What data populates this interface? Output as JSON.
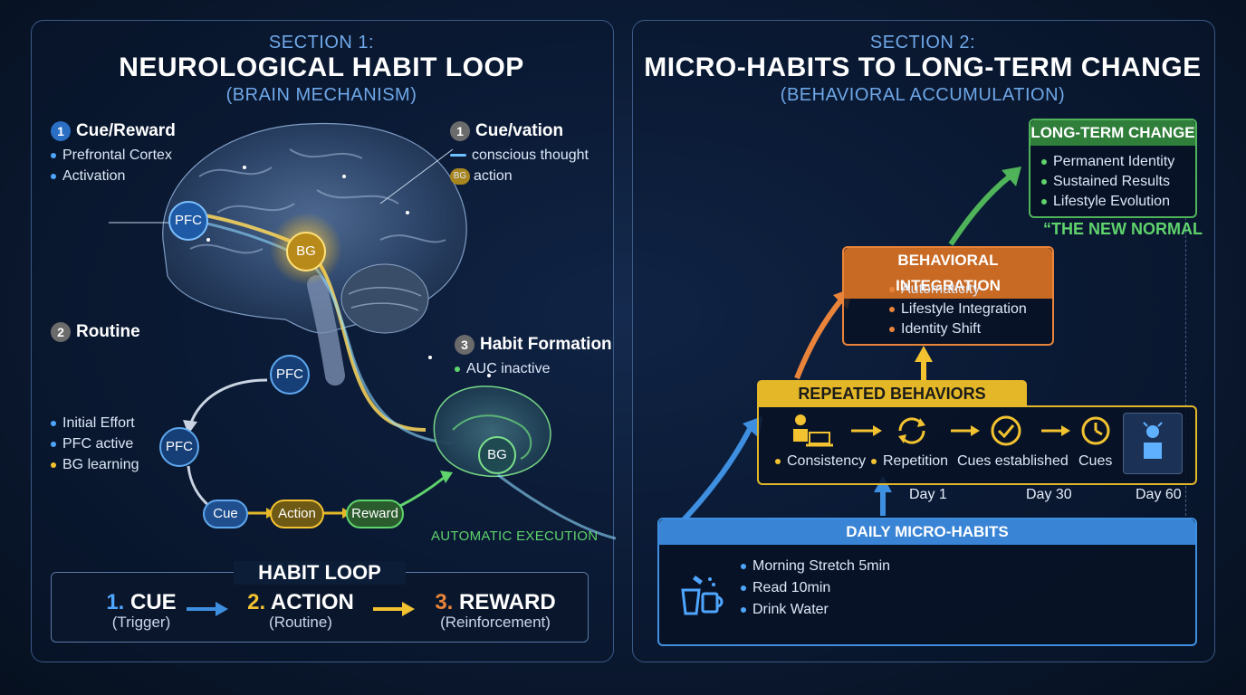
{
  "section1": {
    "label": "SECTION 1:",
    "title": "NEUROLOGICAL HABIT LOOP",
    "subtitle": "(BRAIN MECHANISM)",
    "cue_reward": {
      "num": "1",
      "title": "Cue/Reward",
      "items": [
        "Prefrontal Cortex",
        "Activation"
      ]
    },
    "cue_activation": {
      "num": "1",
      "title": "Cue/vation",
      "items": [
        "conscious thought",
        "action"
      ],
      "bg_badge": "BG"
    },
    "routine": {
      "num": "2",
      "title": "Routine",
      "items": [
        "Initial Effort",
        "PFC active",
        "BG learning"
      ]
    },
    "habit_formation": {
      "num": "3",
      "title": "Habit Formation",
      "items": [
        "AUC inactive"
      ]
    },
    "brain_nodes": {
      "pfc_top": "PFC",
      "bg_top": "BG",
      "pfc_loop_top": "PFC",
      "pfc_loop_mid": "PFC",
      "bg_small": "BG"
    },
    "loop_pills": {
      "cue": "Cue",
      "action": "Action",
      "reward": "Reward"
    },
    "automatic": "AUTOMATIC EXECUTION",
    "habit_loop": {
      "title": "HABIT LOOP",
      "steps": [
        {
          "num": "1.",
          "name": "CUE",
          "desc": "(Trigger)"
        },
        {
          "num": "2.",
          "name": "ACTION",
          "desc": "(Routine)"
        },
        {
          "num": "3.",
          "name": "REWARD",
          "desc": "(Reinforcement)"
        }
      ]
    }
  },
  "section2": {
    "label": "SECTION 2:",
    "title": "MICRO-HABITS TO LONG-TERM CHANGE",
    "subtitle": "(BEHAVIORAL ACCUMULATION)",
    "long_term": {
      "title": "LONG-TERM CHANGE",
      "items": [
        "Permanent Identity",
        "Sustained Results",
        "Lifestyle Evolution"
      ],
      "quote": "“THE NEW NORMAL"
    },
    "integration": {
      "title": "BEHAVIORAL INTEGRATION",
      "items": [
        "Automaticity",
        "Lifestyle Integration",
        "Identity Shift"
      ]
    },
    "repeated": {
      "title": "REPEATED BEHAVIORS",
      "items": [
        "Consistency",
        "Repetition",
        "Cues established",
        "Cues"
      ]
    },
    "days": [
      "Day 1",
      "Day 30",
      "Day 60"
    ],
    "daily": {
      "title": "DAILY MICRO-HABITS",
      "items": [
        "Morning Stretch 5min",
        "Read 10min",
        "Drink Water"
      ]
    }
  },
  "colors": {
    "blue": "#3f8fe0",
    "yellow": "#f2c230",
    "orange": "#e9843a",
    "green": "#4fb35a"
  }
}
